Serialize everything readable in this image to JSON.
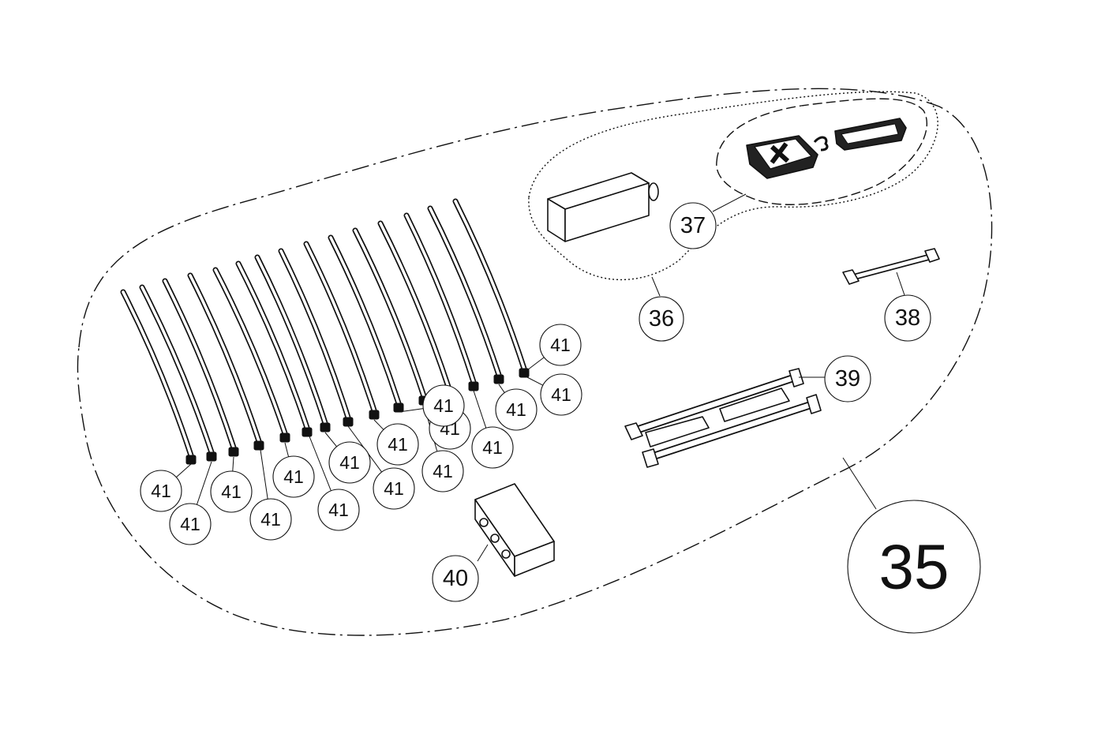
{
  "diagram": {
    "kit": {
      "label": "35"
    },
    "parts": [
      {
        "id": "controller-box",
        "label": "36"
      },
      {
        "id": "badge-clip",
        "label": "37"
      },
      {
        "id": "short-bracket",
        "label": "38"
      },
      {
        "id": "long-brackets",
        "label": "39"
      },
      {
        "id": "mount-block",
        "label": "40"
      },
      {
        "id": "cable-ties",
        "label": "41",
        "count": 16
      }
    ],
    "callout_41_labels": [
      "41",
      "41",
      "41",
      "41",
      "41",
      "41",
      "41",
      "41",
      "41",
      "41",
      "41",
      "41",
      "41",
      "41",
      "41",
      "41"
    ],
    "colors": {
      "line": "#111111",
      "background": "#ffffff"
    }
  }
}
